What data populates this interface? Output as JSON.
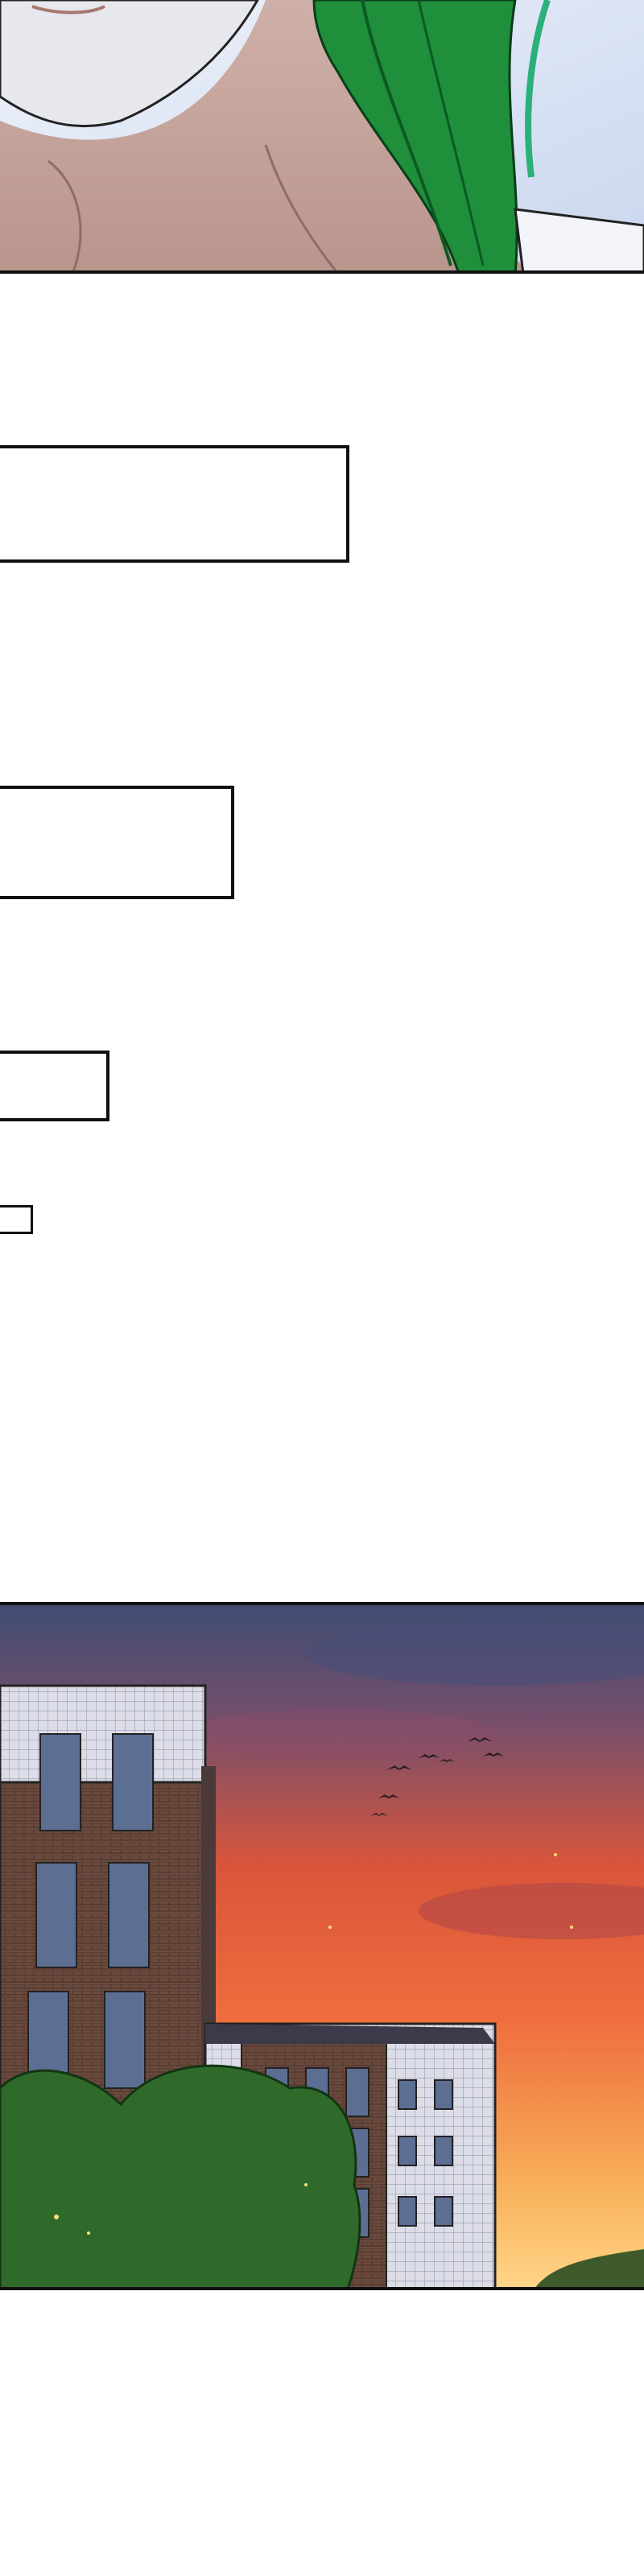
{
  "colors": {
    "skin": "#c9a89f",
    "skin_shadow": "#a88780",
    "hair": "#1f8f3c",
    "hair_dark": "#0c5a22",
    "sky_blue": "#dfe8f6",
    "sunset_top": "#4b5478",
    "sunset_mid": "#e0603f",
    "sunset_low": "#f7a55a",
    "brick": "#6b4a3e",
    "tile": "#d9dbe6",
    "foliage": "#2f6a2a",
    "border": "#111111"
  },
  "icons": [
    "bird-silhouette-icon"
  ],
  "panels": [
    {
      "id": "top",
      "scene": "character-neck-and-green-hair"
    },
    {
      "id": "sunset",
      "scene": "buildings-at-sunset"
    }
  ],
  "caption_boxes": [
    "",
    "",
    "",
    ""
  ]
}
